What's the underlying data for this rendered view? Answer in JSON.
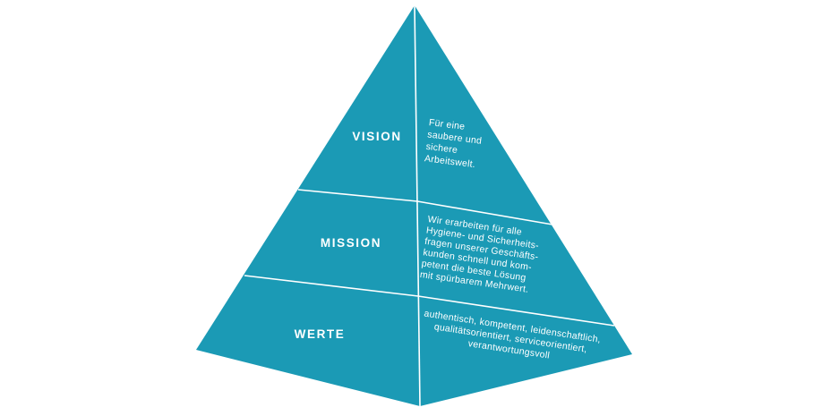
{
  "pyramid": {
    "fill_color": "#1b9ab5",
    "edge_color": "#ffffff",
    "levels": [
      {
        "label": "VISION",
        "description_lines": [
          "Für eine",
          "saubere und",
          "sichere",
          "Arbeitswelt."
        ]
      },
      {
        "label": "MISSION",
        "description_lines": [
          "Wir erarbeiten für alle",
          "Hygiene- und Sicherheits-",
          "fragen unserer Geschäfts-",
          "kunden schnell und kom-",
          "petent die beste Lösung",
          "mit spürbarem Mehrwert."
        ]
      },
      {
        "label": "WERTE",
        "description_lines": [
          "authentisch, kompetent, leidenschaftlich,",
          "qualitätsorientiert, serviceorientiert,",
          "verantwortungsvoll"
        ]
      }
    ]
  }
}
